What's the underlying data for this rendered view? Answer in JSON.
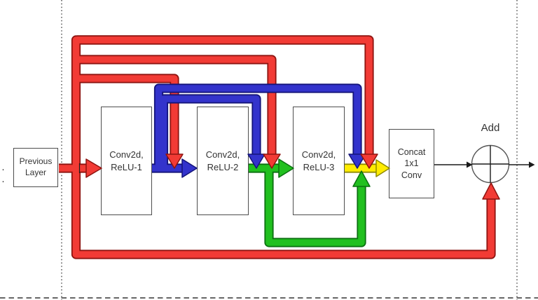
{
  "diagram": {
    "leading_dots": "· ·",
    "nodes": {
      "previous_layer": {
        "line1": "Previous",
        "line2": "Layer"
      },
      "conv_relu_1": {
        "line1": "Conv2d,",
        "line2": "ReLU-1"
      },
      "conv_relu_2": {
        "line1": "Conv2d,",
        "line2": "ReLU-2"
      },
      "conv_relu_3": {
        "line1": "Conv2d,",
        "line2": "ReLU-3"
      },
      "concat_conv": {
        "line1": "Concat",
        "line2": "1x1",
        "line3": "Conv"
      },
      "add": {
        "label": "Add"
      }
    },
    "edges": [
      {
        "from": "previous_layer",
        "to": "conv_relu_1",
        "color": "red"
      },
      {
        "from": "previous_layer",
        "to": "conv_relu_2",
        "color": "red"
      },
      {
        "from": "previous_layer",
        "to": "conv_relu_3",
        "color": "red"
      },
      {
        "from": "previous_layer",
        "to": "concat_conv",
        "color": "red"
      },
      {
        "from": "previous_layer",
        "to": "add",
        "color": "red"
      },
      {
        "from": "conv_relu_1",
        "to": "conv_relu_2",
        "color": "blue"
      },
      {
        "from": "conv_relu_1",
        "to": "conv_relu_3",
        "color": "blue"
      },
      {
        "from": "conv_relu_1",
        "to": "concat_conv",
        "color": "blue"
      },
      {
        "from": "conv_relu_2",
        "to": "conv_relu_3",
        "color": "green"
      },
      {
        "from": "conv_relu_2",
        "to": "concat_conv",
        "color": "green"
      },
      {
        "from": "conv_relu_3",
        "to": "concat_conv",
        "color": "yellow"
      },
      {
        "from": "concat_conv",
        "to": "add",
        "color": "black"
      },
      {
        "from": "add",
        "to": "output",
        "color": "black"
      }
    ],
    "colors": {
      "red": "#f23b35",
      "red_dark": "#8e1410",
      "blue": "#3333cc",
      "blue_dark": "#14147a",
      "green": "#21c01f",
      "green_dark": "#0b7010",
      "yellow": "#ffec00",
      "yellow_dark": "#8f8a00",
      "ink": "#1a1a1a",
      "box_border": "#4d4d4d",
      "text": "#333333",
      "dash": "#333333"
    }
  }
}
